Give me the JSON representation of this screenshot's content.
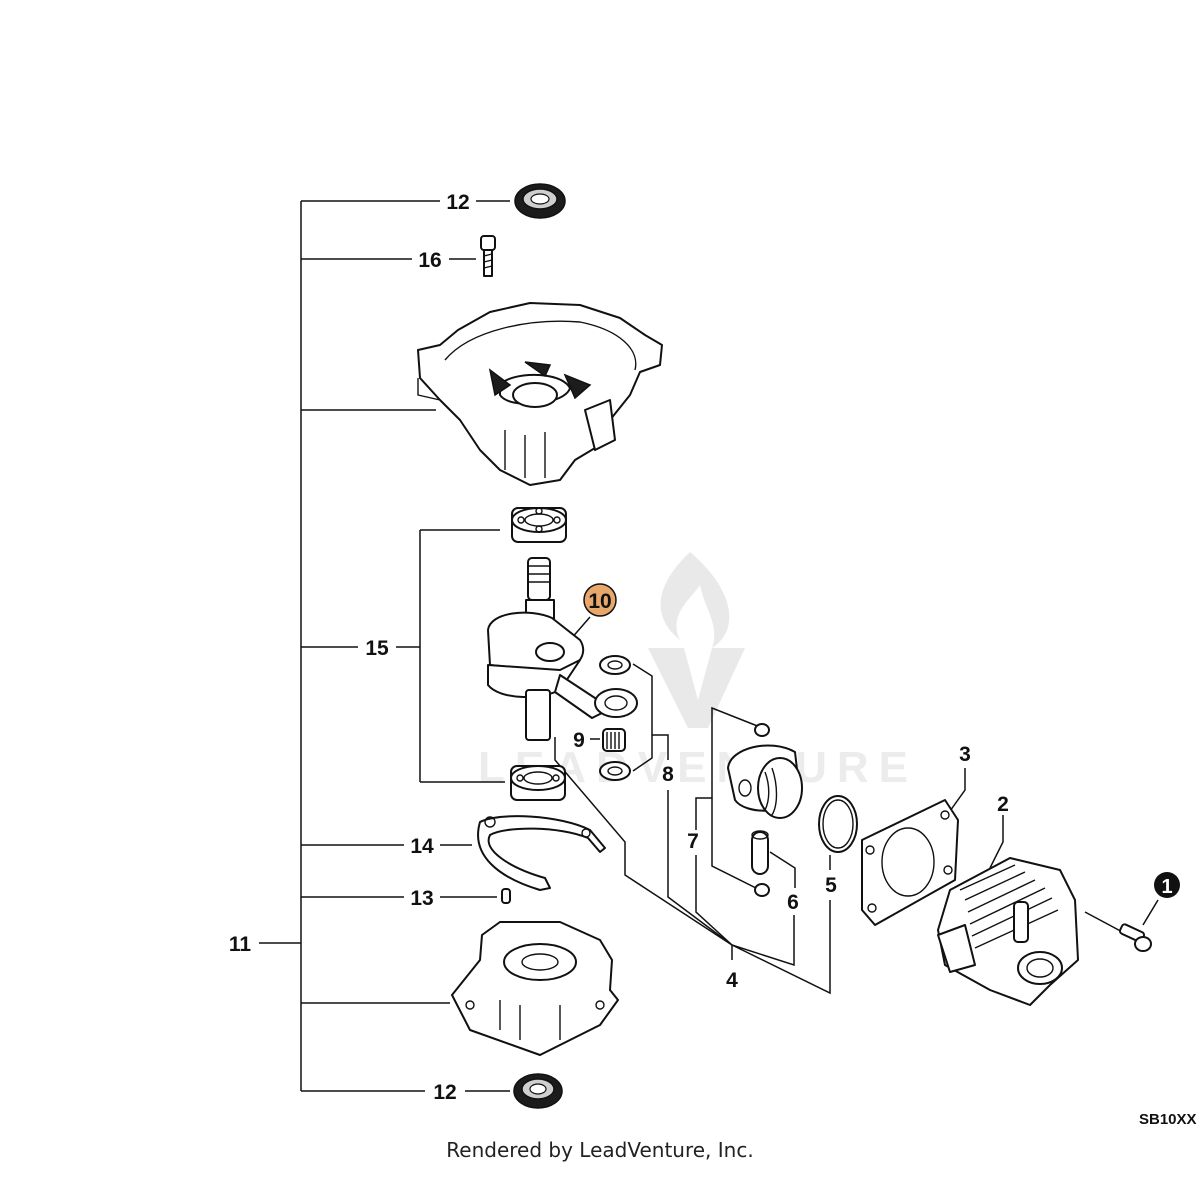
{
  "callouts": {
    "c12_top": "12",
    "c16": "16",
    "c15": "15",
    "c10": "10",
    "c9": "9",
    "c8": "8",
    "c7": "7",
    "c14": "14",
    "c13": "13",
    "c11": "11",
    "c12_bottom": "12",
    "c4": "4",
    "c6": "6",
    "c5": "5",
    "c3": "3",
    "c2": "2",
    "c1": "1"
  },
  "highlight_color": "#e8a86b",
  "diagram_code": "SB10XX",
  "watermark_text": "LEADVENTURE",
  "footer_text": "Rendered by LeadVenture, Inc."
}
